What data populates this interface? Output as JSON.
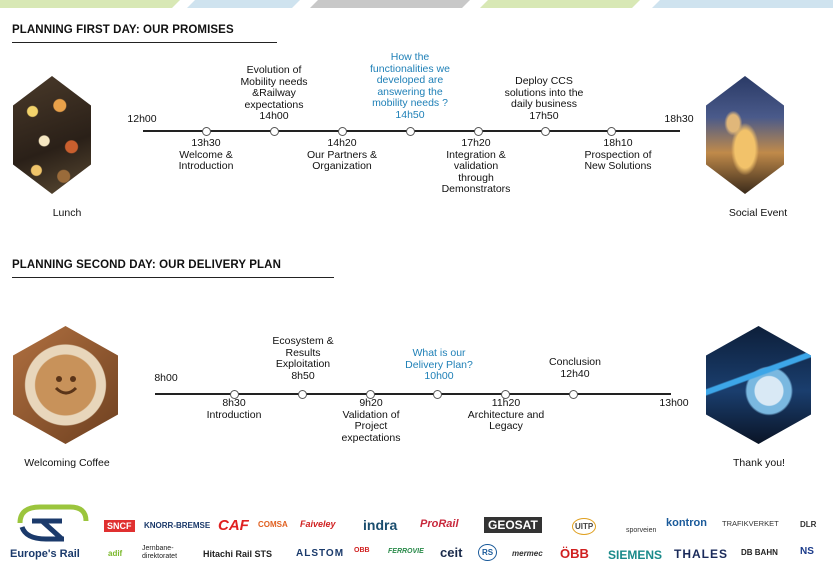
{
  "colors": {
    "band_green": "#d6e7b0",
    "band_grey": "#c8c8c8",
    "band_blue": "#c6e0f0",
    "accent_blue": "#1f80b7"
  },
  "day1": {
    "title": "PLANNING FIRST DAY: OUR PROMISES",
    "start": "12h00",
    "end": "18h30",
    "left_label": "Lunch",
    "right_label": "Social Event",
    "events_above": [
      {
        "text": "Evolution of\nMobility needs\n&Railway\nexpectations\n14h00"
      },
      {
        "text": "How the\nfunctionalities we\ndeveloped are\nanswering the\nmobility needs ?\n14h50"
      },
      {
        "text": "Deploy CCS\nsolutions into the\ndaily business\n17h50"
      }
    ],
    "events_below": [
      {
        "text": "13h30\nWelcome &\nIntroduction"
      },
      {
        "text": "14h20\nOur Partners &\nOrganization"
      },
      {
        "text": "17h20\nIntegration &\nvalidation\nthrough\nDemonstrators"
      },
      {
        "text": "18h10\nProspection of\nNew Solutions"
      }
    ]
  },
  "day2": {
    "title": "PLANNING SECOND DAY: OUR DELIVERY PLAN",
    "start": "8h00",
    "end": "13h00",
    "left_label": "Welcoming Coffee",
    "right_label": "Thank you!",
    "events_above": [
      {
        "text": "Ecosystem &\nResults\nExploitation\n8h50"
      },
      {
        "text": "What is our\nDelivery Plan?\n10h00"
      },
      {
        "text": "Conclusion\n12h40"
      }
    ],
    "events_below": [
      {
        "text": "8h30\nIntroduction"
      },
      {
        "text": "9h20\nValidation of\nProject\nexpectations"
      },
      {
        "text": "11h20\nArchitecture and\nLegacy"
      }
    ]
  },
  "footer": {
    "brand": "Europe's Rail",
    "logos_row1": [
      "SNCF",
      "KNORR-BREMSE",
      "CAF",
      "COMSA",
      "Faiveley",
      "indra",
      "ProRail",
      "GEOSAT",
      "UITP",
      "sporveien",
      "kontron",
      "TRAFIKVERKET",
      "DLR"
    ],
    "logos_row2": [
      "adif",
      "Jernbane-direktoratet",
      "Hitachi Rail STS",
      "ALSTOM",
      "OBB",
      "FERROVIE",
      "ceit",
      "RS",
      "mermec",
      "ÖBB",
      "SIEMENS",
      "THALES",
      "DB BAHN",
      "NS"
    ]
  }
}
